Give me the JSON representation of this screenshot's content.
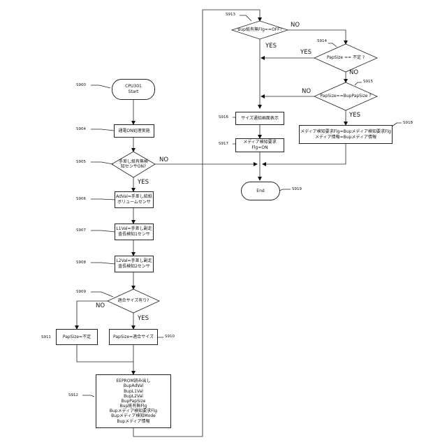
{
  "steps": {
    "s900": {
      "id": "S900",
      "lines": [
        "CPU301",
        "Start"
      ]
    },
    "s904": {
      "id": "S904",
      "text": "通電ON処理実施"
    },
    "s905": {
      "id": "S905",
      "lines": [
        "手差し紙有無検",
        "知センサON?"
      ],
      "no": "NO",
      "yes": "YES"
    },
    "s906": {
      "id": "S906",
      "lines": [
        "AdVal=手差し給紙",
        "ボリュームセンサ"
      ]
    },
    "s907": {
      "id": "S907",
      "lines": [
        "L1Val=手差し副走",
        "査長検知1センサ"
      ]
    },
    "s908": {
      "id": "S908",
      "lines": [
        "L2Val=手差し副走",
        "査長検知2センサ"
      ]
    },
    "s909": {
      "id": "S909",
      "text": "適合サイズ有り?",
      "no": "NO",
      "yes": "YES"
    },
    "s910": {
      "id": "S910",
      "text": "PapSize=適合サイズ"
    },
    "s911": {
      "id": "S911",
      "text": "PapSize=不定"
    },
    "s912": {
      "id": "S912",
      "lines": [
        "EEPROM読み出し",
        "BupAdVal",
        "BupL1Val",
        "BupL2Val",
        "BupPapSize",
        "Bup紙有無Flg",
        "Bupメディア検知要求Flg",
        "Bupメディア検知Mode",
        "Bupメディア情報"
      ]
    },
    "s913": {
      "id": "S913",
      "text": "Bup紙有無Flg==OFF?",
      "no": "NO",
      "yes": "YES"
    },
    "s914": {
      "id": "S914",
      "text": "PapSize == 不定 ?",
      "no": "NO",
      "yes": "YES"
    },
    "s915": {
      "id": "S915",
      "text": "PapSize==BupPapSize ?",
      "no": "NO",
      "yes": "YES"
    },
    "s916": {
      "id": "S916",
      "text": "サイズ通知画面表示"
    },
    "s917": {
      "id": "S917",
      "text": "メディア検知要求Flg=ON"
    },
    "s918": {
      "id": "S918",
      "lines": [
        "メディア検知要求Flg=Bupメディア検知要求Flg",
        "メディア情報=Bupメディア情報"
      ]
    },
    "s919": {
      "id": "S919",
      "text": "End"
    }
  }
}
